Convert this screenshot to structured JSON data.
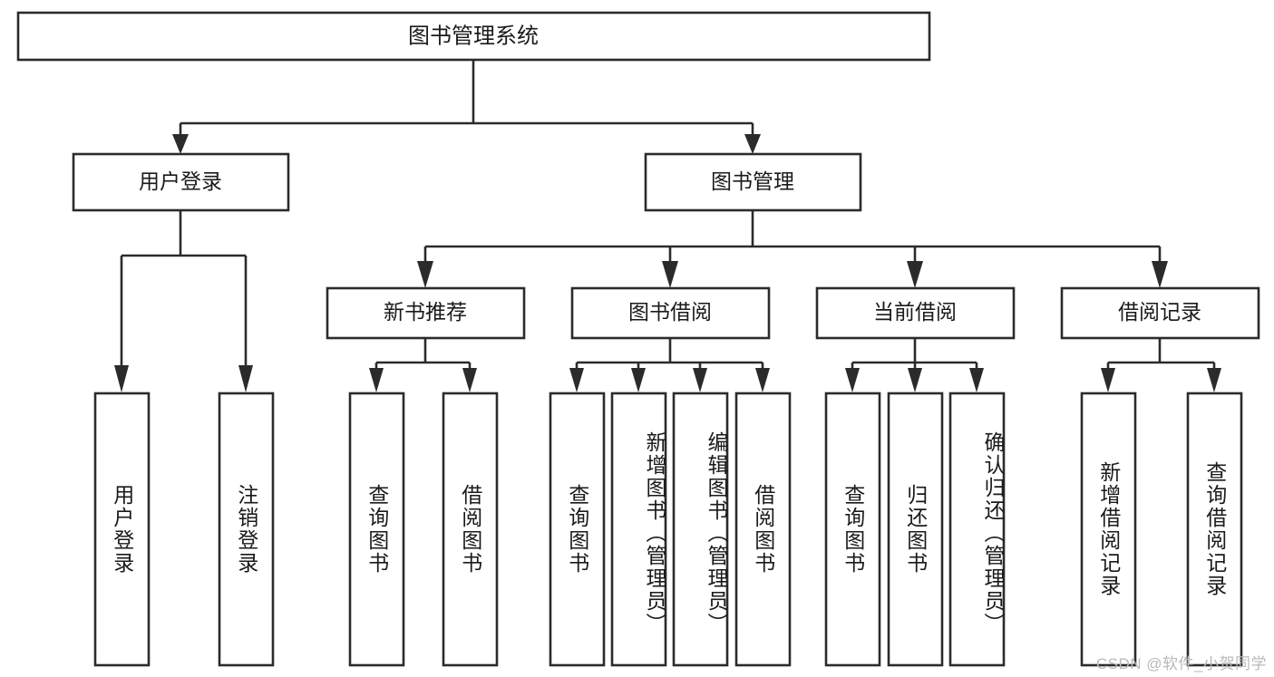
{
  "diagram": {
    "title": "图书管理系统",
    "type": "tree-hierarchy-chart",
    "watermark": "CSDN @软件_小贺同学",
    "colors": {
      "box_stroke": "#2b2b2b",
      "box_fill": "#ffffff",
      "text": "#1a1a1a",
      "connector": "#2b2b2b",
      "watermark": "#b9b9b9",
      "background": "#ffffff"
    },
    "root": {
      "label": "图书管理系统"
    },
    "level2": [
      {
        "label": "用户登录"
      },
      {
        "label": "图书管理"
      }
    ],
    "level3": [
      {
        "label": "新书推荐"
      },
      {
        "label": "图书借阅"
      },
      {
        "label": "当前借阅"
      },
      {
        "label": "借阅记录"
      }
    ],
    "leaves": [
      {
        "label": "用户登录",
        "parent": "用户登录"
      },
      {
        "label": "注销登录",
        "parent": "用户登录"
      },
      {
        "label": "查询图书",
        "parent": "新书推荐"
      },
      {
        "label": "借阅图书",
        "parent": "新书推荐"
      },
      {
        "label": "查询图书",
        "parent": "图书借阅"
      },
      {
        "label": "新增图书（管理员）",
        "parent": "图书借阅"
      },
      {
        "label": "编辑图书（管理员）",
        "parent": "图书借阅"
      },
      {
        "label": "借阅图书",
        "parent": "图书借阅"
      },
      {
        "label": "查询图书",
        "parent": "当前借阅"
      },
      {
        "label": "归还图书",
        "parent": "当前借阅"
      },
      {
        "label": "确认归还（管理员）",
        "parent": "当前借阅"
      },
      {
        "label": "新增借阅记录",
        "parent": "借阅记录"
      },
      {
        "label": "查询借阅记录",
        "parent": "借阅记录"
      }
    ]
  }
}
